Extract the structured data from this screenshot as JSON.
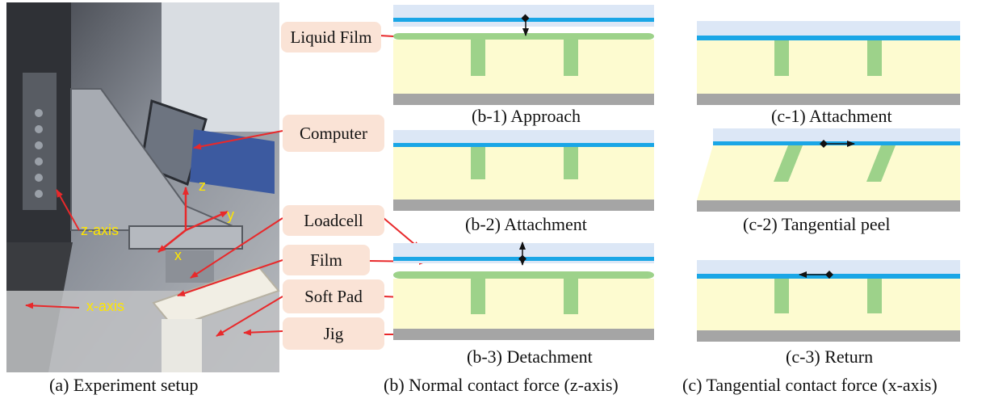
{
  "panel_a": {
    "caption": "(a) Experiment setup",
    "callouts": {
      "liquid_film": "Liquid Film",
      "computer": "Computer",
      "loadcell": "Loadcell",
      "film": "Film",
      "soft_pad": "Soft Pad",
      "jig": "Jig"
    },
    "axis_labels": {
      "z_axis": "z-axis",
      "x_axis": "x-axis",
      "z": "z",
      "y": "y",
      "x": "x"
    }
  },
  "panel_b": {
    "caption": "(b) Normal contact force (z-axis)",
    "sub": [
      "(b-1) Approach",
      "(b-2) Attachment",
      "(b-3) Detachment"
    ]
  },
  "panel_c": {
    "caption": "(c) Tangential contact force (x-axis)",
    "sub": [
      "(c-1) Attachment",
      "(c-2) Tangential peel",
      "(c-3) Return"
    ]
  },
  "colors": {
    "film_light": "#dce7f6",
    "film_line": "#1aa6e6",
    "pad": "#fdfbd0",
    "pillar": "#9dd28a",
    "liquid": "#9dd28a",
    "jig": "#a5a5a5",
    "arrow_red": "#e8292b",
    "callout_bg": "#fae3d6",
    "axis_yellow": "#ffe600"
  }
}
